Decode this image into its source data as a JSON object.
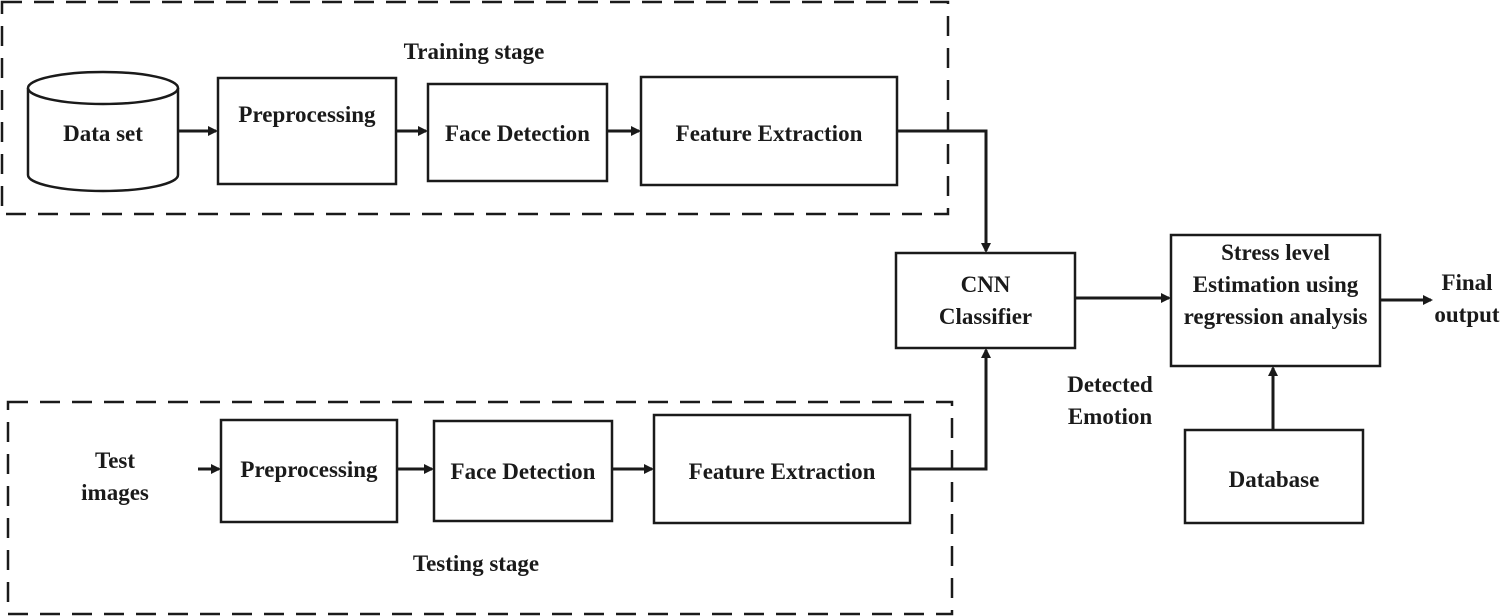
{
  "training": {
    "title": "Training stage",
    "dataset": "Data set",
    "preprocessing": "Preprocessing",
    "face_detection": "Face Detection",
    "feature_extraction": "Feature Extraction"
  },
  "testing": {
    "title": "Testing stage",
    "input_line1": "Test",
    "input_line2": "images",
    "preprocessing": "Preprocessing",
    "face_detection": "Face Detection",
    "feature_extraction": "Feature Extraction"
  },
  "classifier": {
    "line1": "CNN",
    "line2": "Classifier"
  },
  "detected": {
    "line1": "Detected",
    "line2": "Emotion"
  },
  "stress": {
    "line1": "Stress level",
    "line2": "Estimation using",
    "line3": "regression analysis"
  },
  "database": "Database",
  "output": {
    "line1": "Final",
    "line2": "output"
  },
  "colors": {
    "stroke": "#1a1a1a",
    "background": "#ffffff"
  }
}
